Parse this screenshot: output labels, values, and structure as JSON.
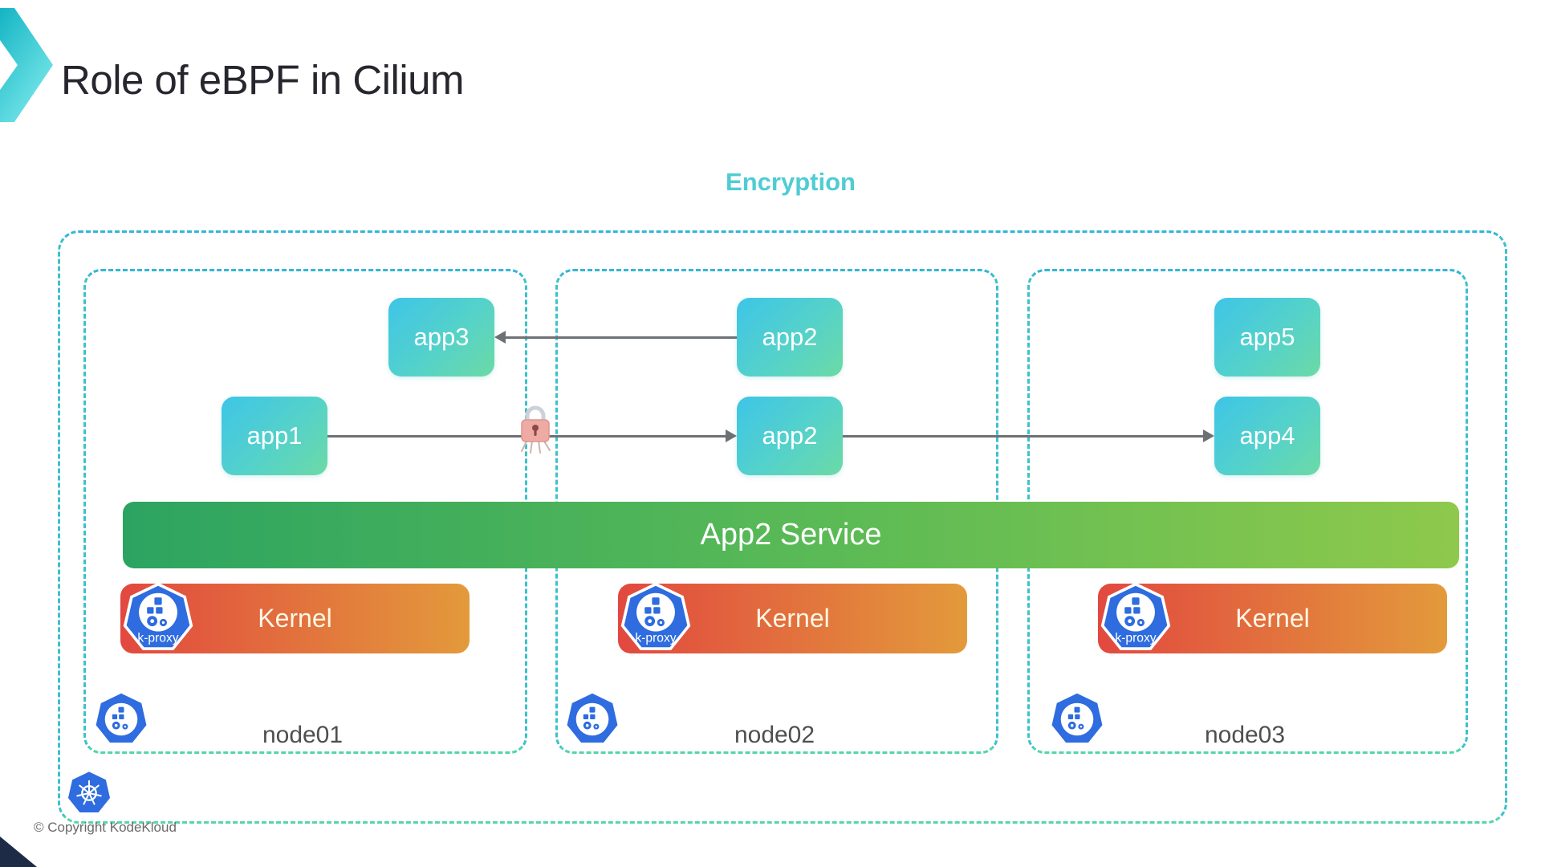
{
  "header": {
    "title": "Role of eBPF in Cilium"
  },
  "diagram": {
    "encryption_label": "Encryption",
    "service": {
      "label": "App2 Service"
    },
    "nodes": [
      {
        "name": "node01",
        "apps": {
          "top": "app3",
          "mid": "app1"
        },
        "kernel": {
          "label": "Kernel",
          "proxy": "k-proxy"
        }
      },
      {
        "name": "node02",
        "apps": {
          "top": "app2",
          "mid": "app2"
        },
        "kernel": {
          "label": "Kernel",
          "proxy": "k-proxy"
        }
      },
      {
        "name": "node03",
        "apps": {
          "top": "app5",
          "mid": "app4"
        },
        "kernel": {
          "label": "Kernel",
          "proxy": "k-proxy"
        }
      }
    ]
  },
  "footer": {
    "copyright": "© Copyright KodeKloud"
  },
  "colors": {
    "accent_teal": "#4fccd4",
    "app_gradient_start": "#3ec5e8",
    "app_gradient_end": "#6cdaa6",
    "service_gradient_start": "#2ca461",
    "service_gradient_end": "#8ec94c",
    "kernel_gradient_start": "#e2483f",
    "kernel_gradient_end": "#e39a3b",
    "dashed_border": "#3ec1c9",
    "arrow": "#6d7174",
    "kubernetes_blue": "#2e6cdf",
    "lock_pink": "#eeaba4"
  }
}
